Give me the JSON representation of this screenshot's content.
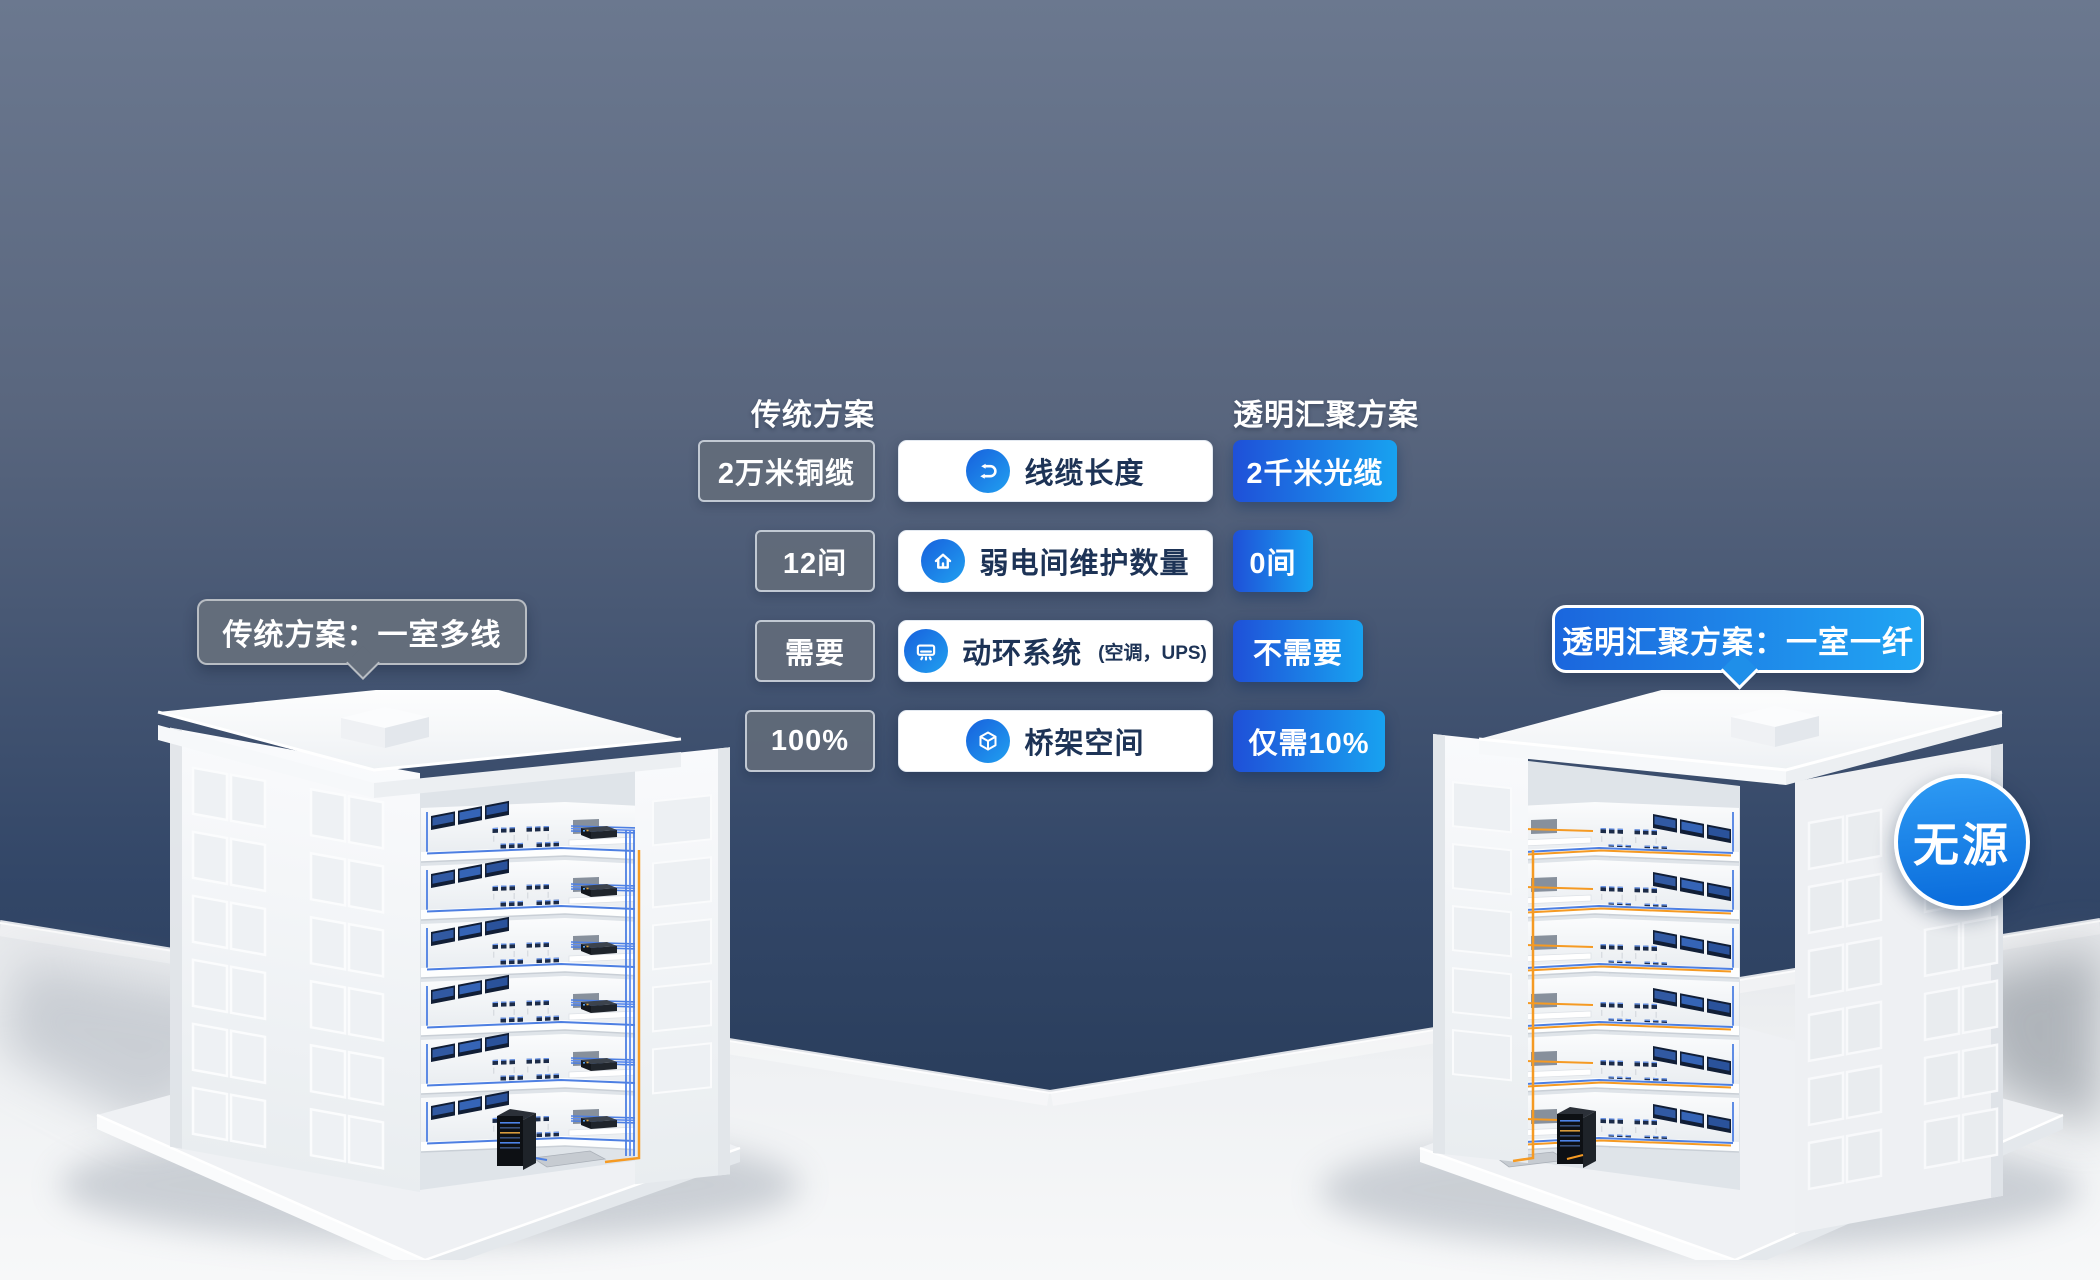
{
  "scene": {
    "left_building_label": "传统方案：一室多线",
    "right_building_label": "透明汇聚方案：一室一纤",
    "passive_badge": "无源"
  },
  "comparison": {
    "left_header": "传统方案",
    "right_header": "透明汇聚方案",
    "rows": [
      {
        "icon": "cable-length-icon",
        "metric": "线缆长度",
        "suffix": "",
        "traditional": "2万米铜缆",
        "modern": "2千米光缆"
      },
      {
        "icon": "room-count-icon",
        "metric": "弱电间维护数量",
        "suffix": "",
        "traditional": "12间",
        "modern": "0间"
      },
      {
        "icon": "env-system-icon",
        "metric": "动环系统",
        "suffix": "(空调，UPS)",
        "traditional": "需要",
        "modern": "不需要"
      },
      {
        "icon": "tray-space-icon",
        "metric": "桥架空间",
        "suffix": "",
        "traditional": "100%",
        "modern": "仅需10%"
      }
    ]
  },
  "colors": {
    "sky_top": "#6b788f",
    "sky_bottom": "#223653",
    "accent_blue_light": "#18a2f0",
    "accent_blue_deep": "#1f50d8",
    "cable_blue": "#4d7fe2",
    "fiber_orange": "#f59a23",
    "gray_box": "#636c7a",
    "pill_text": "#1d3356"
  }
}
